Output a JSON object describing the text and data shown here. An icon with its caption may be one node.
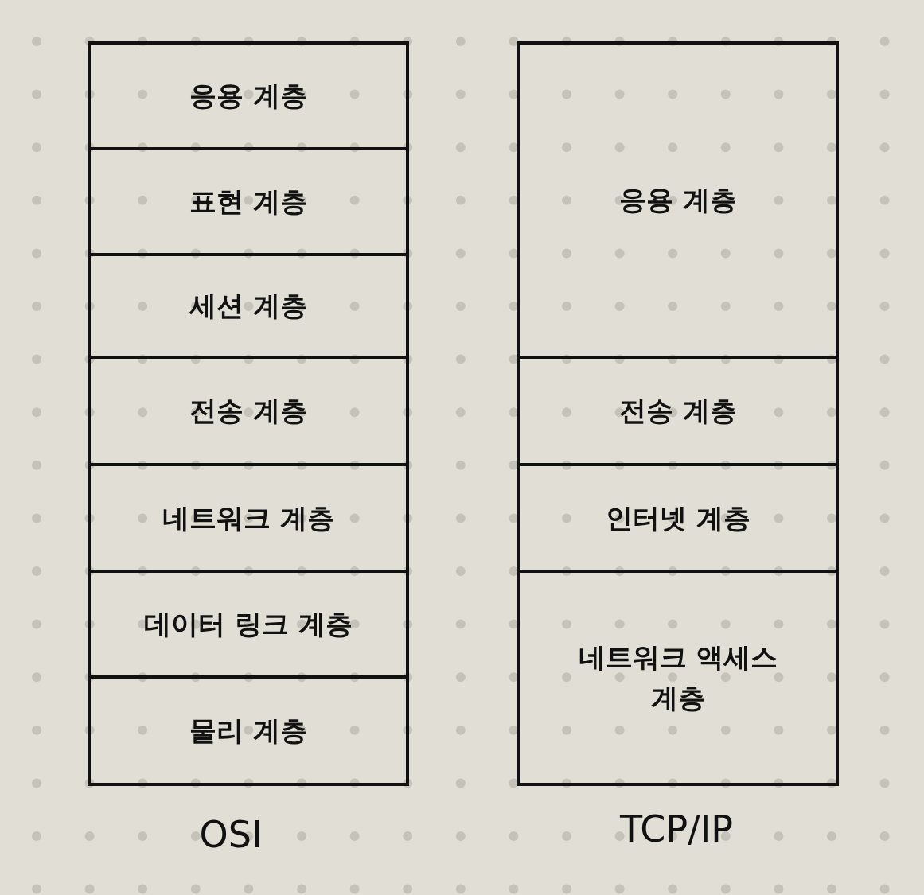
{
  "diagram": {
    "nodes": [
      {
        "text": [
          "응용 계층"
        ]
      },
      {
        "text": [
          "표현 계층"
        ]
      },
      {
        "text": [
          "세션 계층"
        ]
      },
      {
        "text": [
          "전송 계층"
        ]
      },
      {
        "text": [
          "네트워크 계층"
        ]
      },
      {
        "text": [
          "데이터 링크 계층"
        ]
      },
      {
        "text": [
          "물리 계층"
        ]
      },
      {
        "text": [
          "응용 계층"
        ]
      },
      {
        "text": [
          "전송 계층"
        ]
      },
      {
        "text": [
          "인터넷 계층"
        ]
      },
      {
        "text": [
          "네트워크 액세스 계층"
        ]
      }
    ],
    "labels": [
      "OSI",
      "TCP/IP"
    ]
  }
}
